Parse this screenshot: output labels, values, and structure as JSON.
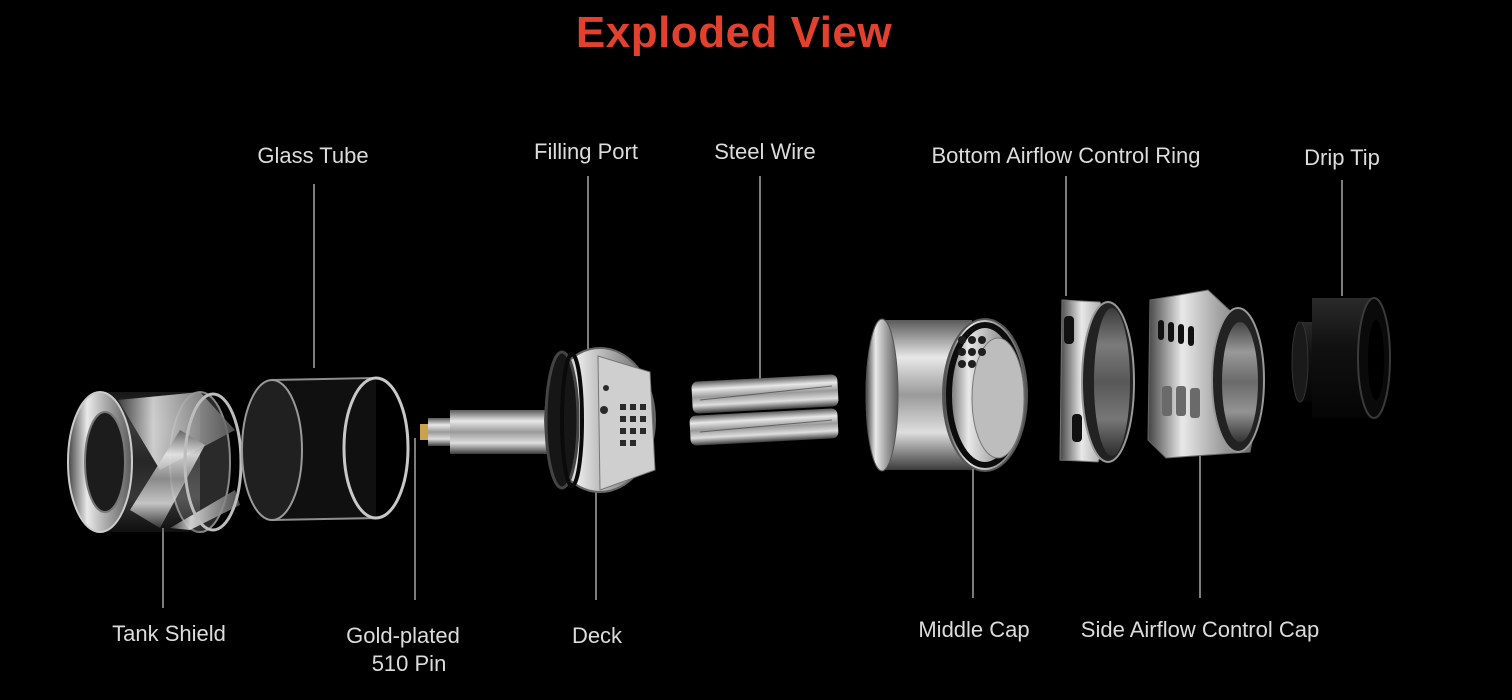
{
  "title": "Exploded View",
  "labels": {
    "glass_tube": "Glass Tube",
    "filling_port": "Filling Port",
    "steel_wire": "Steel Wire",
    "bottom_airflow_ring": "Bottom Airflow Control Ring",
    "drip_tip": "Drip Tip",
    "tank_shield": "Tank Shield",
    "gold_pin_line1": "Gold-plated",
    "gold_pin_line2": "510 Pin",
    "deck": "Deck",
    "middle_cap": "Middle Cap",
    "side_airflow_cap": "Side Airflow Control Cap"
  }
}
